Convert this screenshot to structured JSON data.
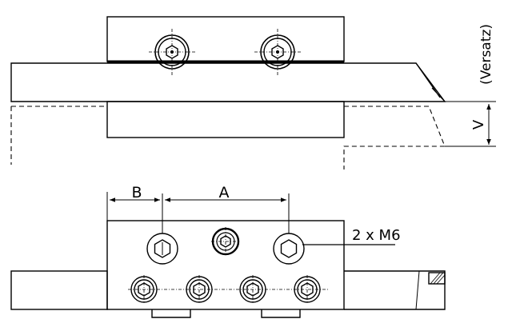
{
  "labels": {
    "versatz": "(Versatz)",
    "v": "V",
    "b": "B",
    "a": "A",
    "screw_spec": "2 x M6"
  },
  "colors": {
    "line": "#000000",
    "background": "#ffffff"
  }
}
